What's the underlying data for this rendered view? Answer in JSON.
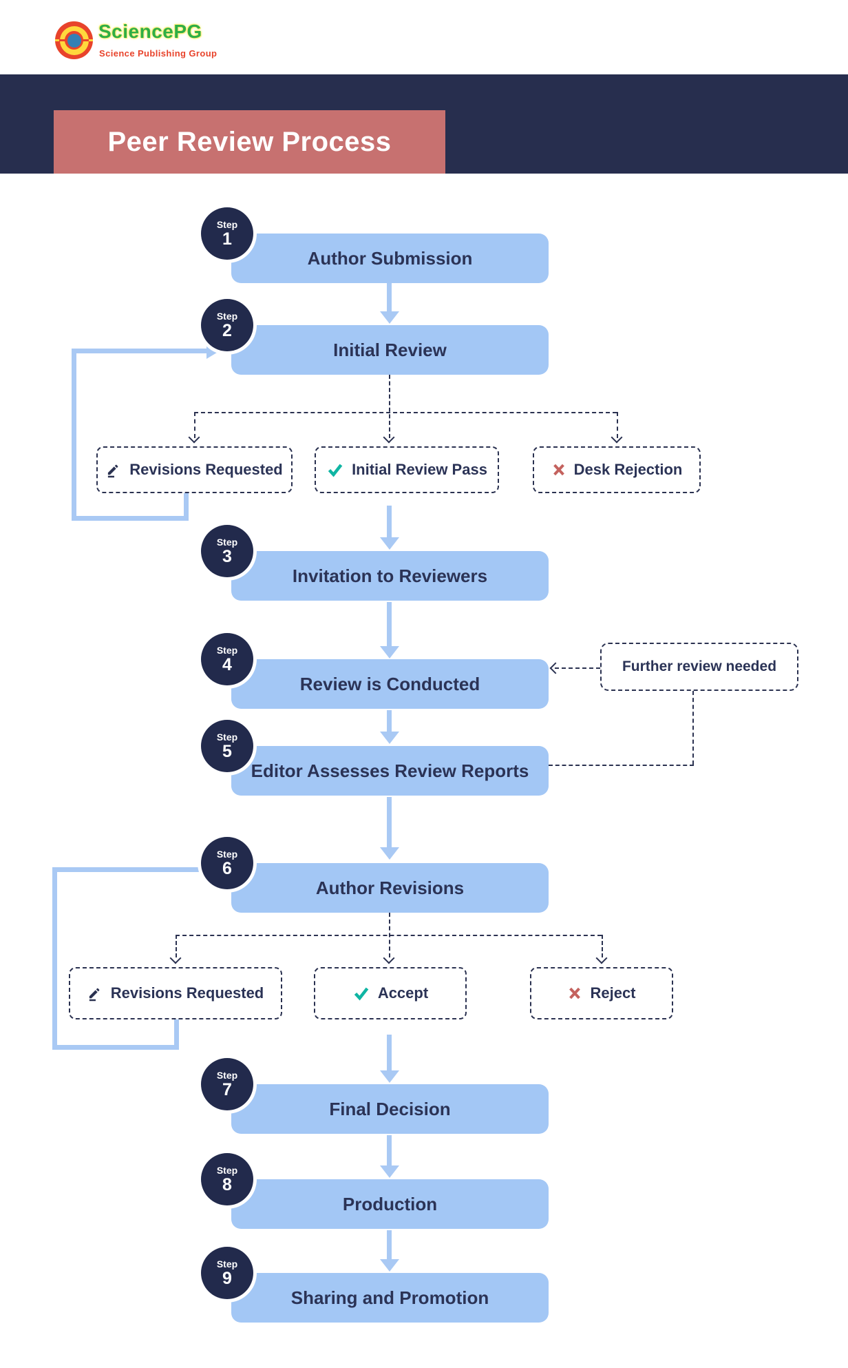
{
  "logo": {
    "name": "SciencePG",
    "subtitle": "Science Publishing Group"
  },
  "header": {
    "title": "Peer Review Process"
  },
  "steps": [
    {
      "label": "Step",
      "number": "1",
      "title": "Author Submission"
    },
    {
      "label": "Step",
      "number": "2",
      "title": "Initial Review"
    },
    {
      "label": "Step",
      "number": "3",
      "title": "Invitation to Reviewers"
    },
    {
      "label": "Step",
      "number": "4",
      "title": "Review is Conducted"
    },
    {
      "label": "Step",
      "number": "5",
      "title": "Editor Assesses Review Reports"
    },
    {
      "label": "Step",
      "number": "6",
      "title": "Author Revisions"
    },
    {
      "label": "Step",
      "number": "7",
      "title": "Final Decision"
    },
    {
      "label": "Step",
      "number": "8",
      "title": "Production"
    },
    {
      "label": "Step",
      "number": "9",
      "title": "Sharing and Promotion"
    }
  ],
  "decisions_row1": [
    {
      "icon": "pencil-icon",
      "label": "Revisions Requested"
    },
    {
      "icon": "check-icon",
      "label": "Initial Review Pass"
    },
    {
      "icon": "x-icon",
      "label": "Desk Rejection"
    }
  ],
  "decisions_row2": [
    {
      "icon": "pencil-icon",
      "label": "Revisions Requested"
    },
    {
      "icon": "check-icon",
      "label": "Accept"
    },
    {
      "icon": "x-icon",
      "label": "Reject"
    }
  ],
  "side_note": {
    "label": "Further review needed"
  },
  "colors": {
    "band_navy": "#272e4e",
    "title_salmon": "#c77170",
    "box_blue": "#a3c7f5",
    "arrow_blue": "#a9c9f4",
    "text_navy": "#2b3356",
    "dash_navy": "#2a3150",
    "check_teal": "#0fb5a3",
    "x_red": "#c4625e",
    "logo_green": "#2fae46",
    "logo_red": "#e8432b",
    "logo_yellow": "#ffd83d",
    "logo_blue": "#3380b5"
  }
}
